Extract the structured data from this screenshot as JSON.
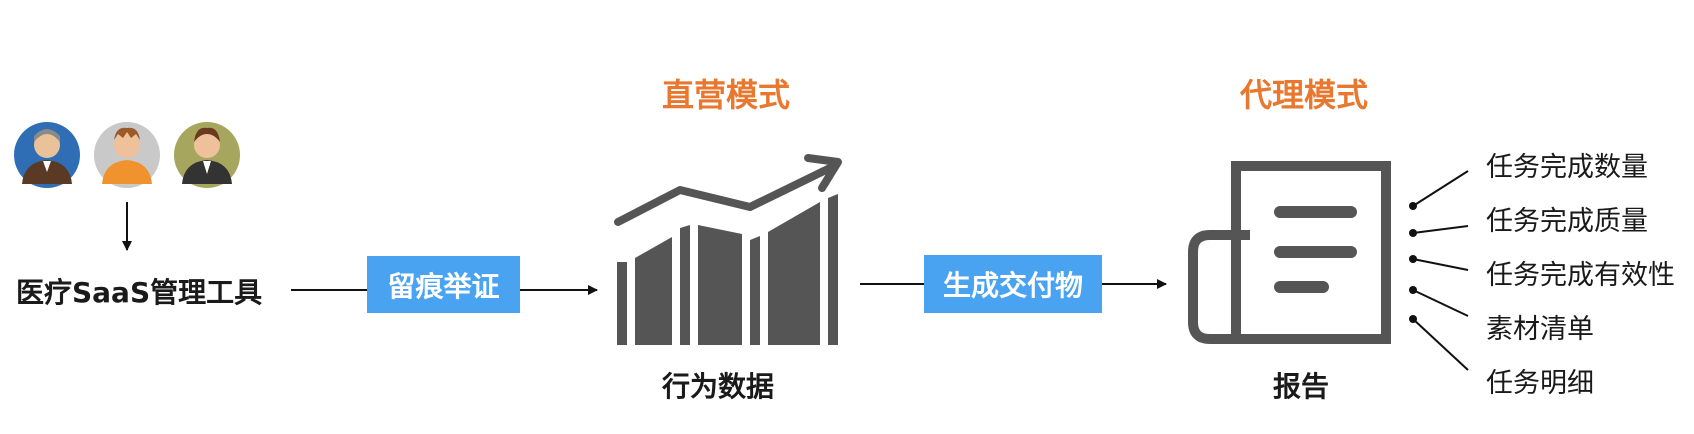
{
  "headings": {
    "direct_mode": "直营模式",
    "agent_mode": "代理模式"
  },
  "nodes": {
    "tool": "医疗SaaS管理工具",
    "behavior_data": "行为数据",
    "report": "报告"
  },
  "edges": {
    "evidence": "留痕举证",
    "deliverables": "生成交付物"
  },
  "report_items": [
    "任务完成数量",
    "任务完成质量",
    "任务完成有效性",
    "素材清单",
    "任务明细"
  ],
  "colors": {
    "heading": "#e8782f",
    "tag_bg": "#4aa3f0",
    "icon_gray": "#555555"
  }
}
